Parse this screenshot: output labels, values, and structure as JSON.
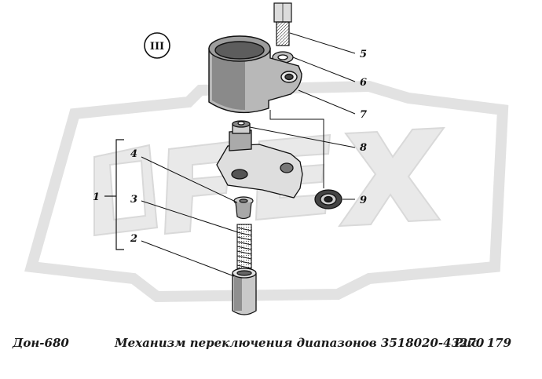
{
  "view_label": "III",
  "callouts": [
    "1",
    "2",
    "3",
    "4",
    "5",
    "6",
    "7",
    "8",
    "9"
  ],
  "caption": {
    "left": "Дон-680",
    "center": "Механизм переключения диапазонов 3518020-43270",
    "right": "Рис.  179"
  },
  "colors": {
    "ink": "#111111",
    "watermark": "#e4e4e4"
  }
}
